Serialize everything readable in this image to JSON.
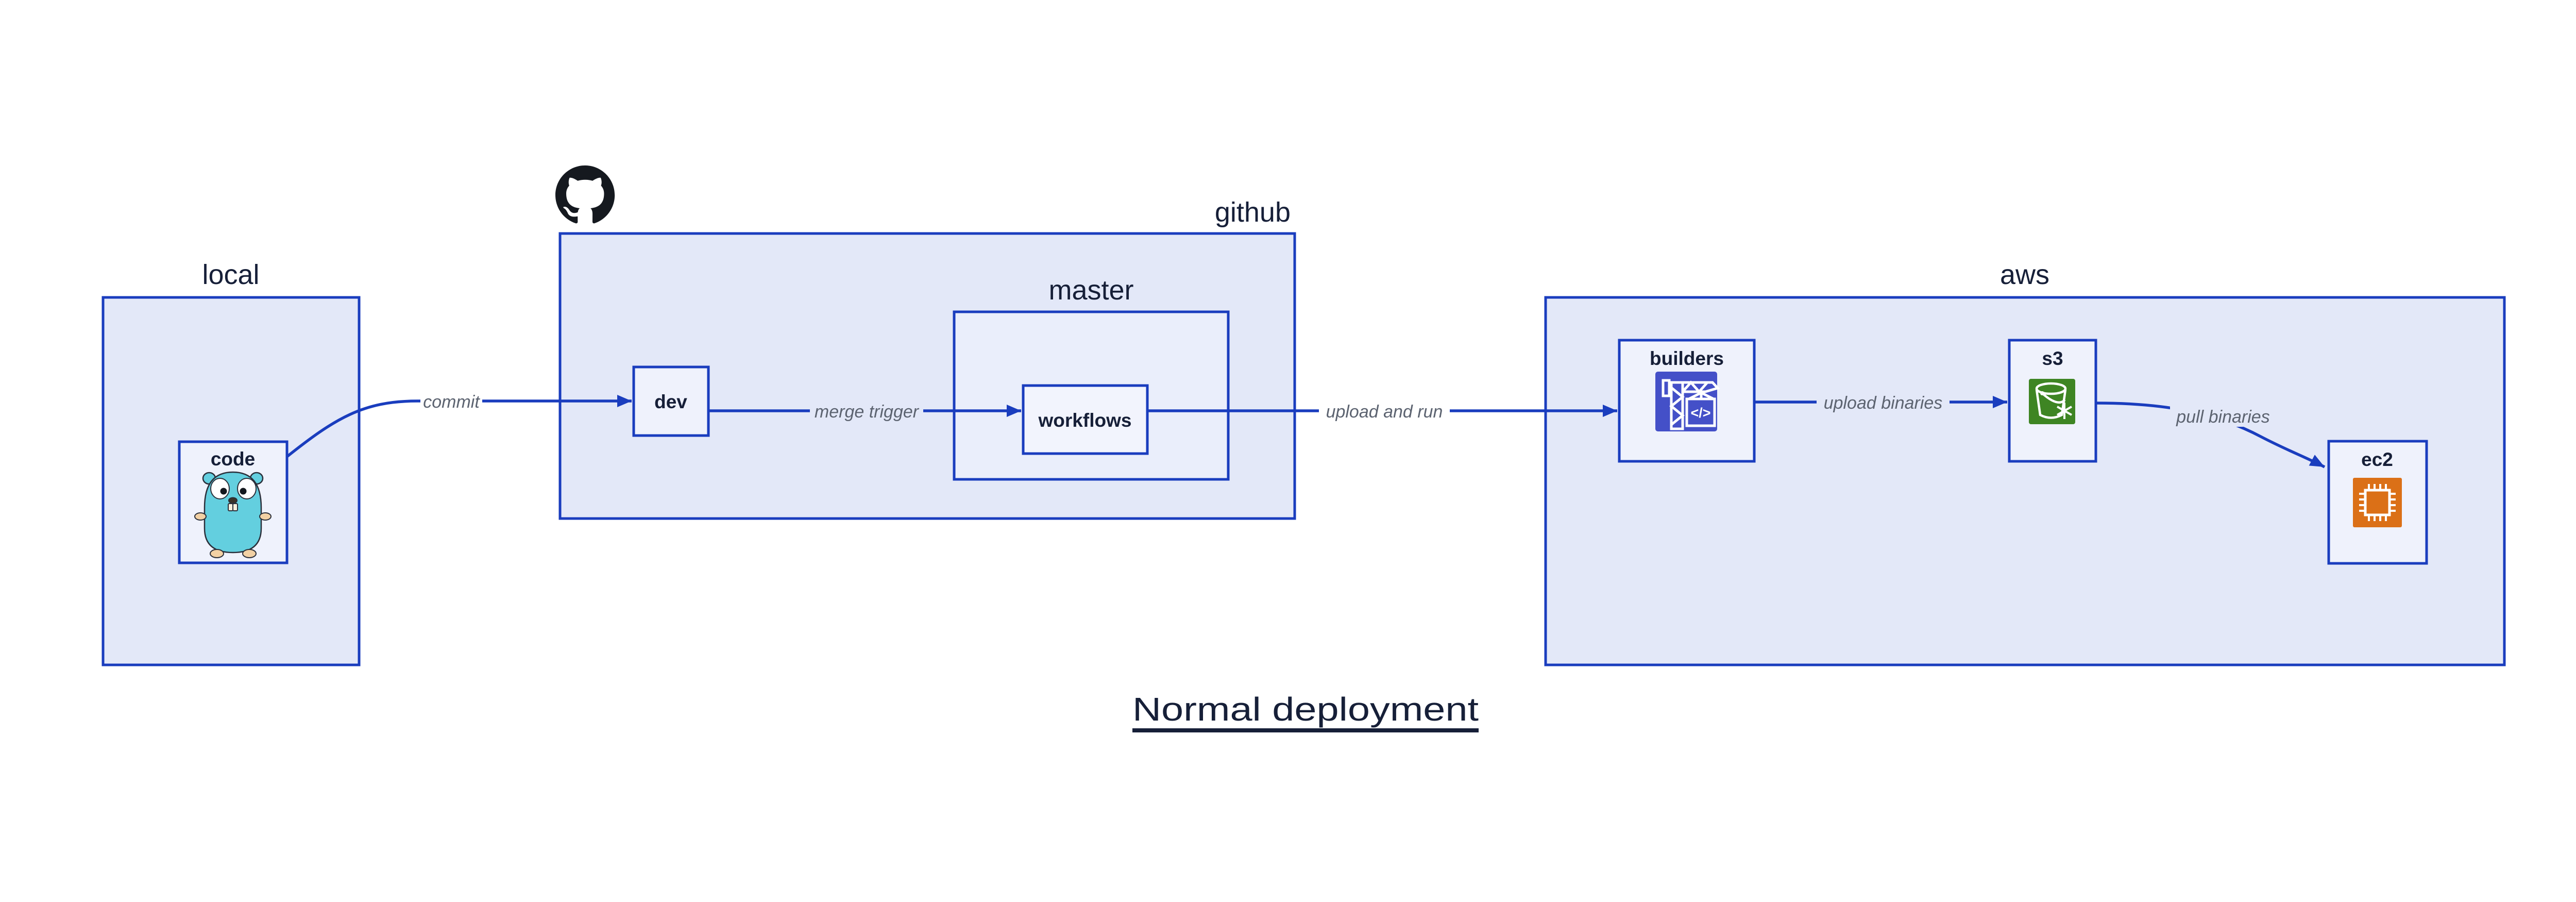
{
  "title": {
    "text": "Normal deployment"
  },
  "groups": {
    "local": {
      "label": "local"
    },
    "github": {
      "label": "github"
    },
    "master": {
      "label": "master"
    },
    "aws": {
      "label": "aws"
    }
  },
  "nodes": {
    "code": {
      "label": "code",
      "icon": "go-gopher-mascot"
    },
    "dev": {
      "label": "dev"
    },
    "workflows": {
      "label": "workflows"
    },
    "builders": {
      "label": "builders",
      "icon": "codebuild-crane",
      "icon_glyph": "</>"
    },
    "s3": {
      "label": "s3",
      "icon": "s3-bucket-snowflake"
    },
    "ec2": {
      "label": "ec2",
      "icon": "ec2-chip"
    }
  },
  "edges": [
    {
      "from": "code",
      "to": "dev",
      "label": "commit"
    },
    {
      "from": "dev",
      "to": "workflows",
      "label": "merge trigger"
    },
    {
      "from": "workflows",
      "to": "builders",
      "label": "upload and run"
    },
    {
      "from": "builders",
      "to": "s3",
      "label": "upload binaries"
    },
    {
      "from": "s3",
      "to": "ec2",
      "label": "pull binaries"
    }
  ],
  "icons": {
    "header_logo": "github-octocat-logo"
  },
  "colors": {
    "edge_and_border_blue": "#1A3DBE",
    "group_fill": "#E3E8F8",
    "subgroup_fill": "#EAEEFB",
    "node_fill": "#EFF2FC",
    "dark_text": "#161F38",
    "edge_label_gray": "#5C6370",
    "builders_icon_bg": "#4450C8",
    "s3_icon_bg": "#3E8523",
    "ec2_icon_bg": "#DB7017",
    "gopher_teal": "#63CFDF",
    "gopher_beige": "#F2D1A4",
    "github_logo_black": "#15191F"
  }
}
